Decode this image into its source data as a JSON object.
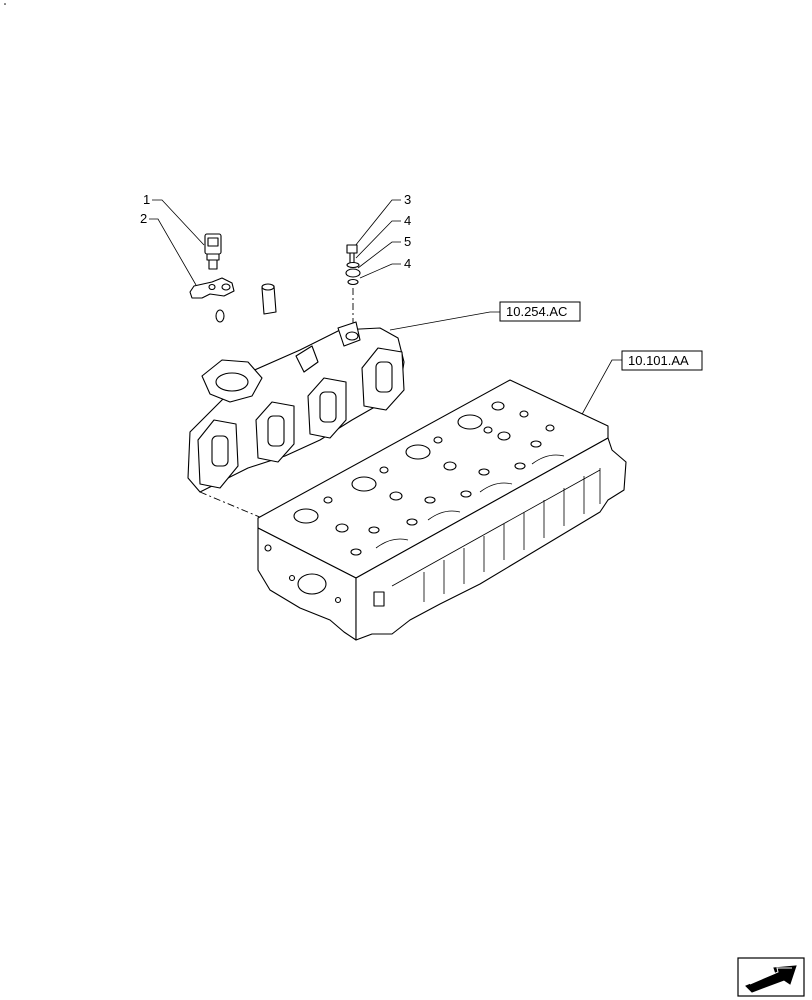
{
  "callouts": [
    {
      "number": "1"
    },
    {
      "number": "2"
    },
    {
      "number": "3"
    },
    {
      "number": "4"
    },
    {
      "number": "5"
    },
    {
      "number": "4"
    }
  ],
  "references": {
    "manifold": "10.254.AC",
    "cylinder_head": "10.101.AA"
  },
  "icons": {
    "nav": "next-page-arrow-icon"
  }
}
